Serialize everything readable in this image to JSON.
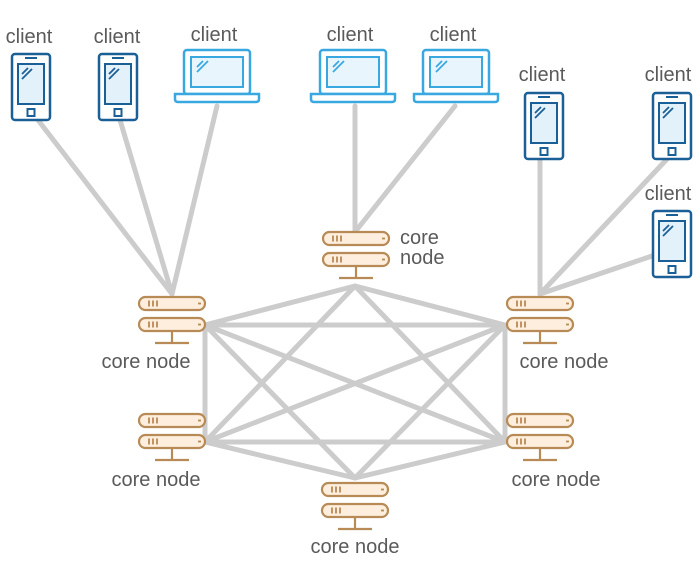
{
  "labels": {
    "client": "client",
    "core_node": "core node",
    "core": "core",
    "node": "node"
  },
  "colors": {
    "link": "#cccccc",
    "phone_stroke": "#1a5f95",
    "phone_fill": "#ffffff",
    "phone_screen": "#e3f1fb",
    "laptop_stroke": "#3aa8e0",
    "laptop_fill": "#ffffff",
    "server_stroke": "#b88a55",
    "server_fill": "#fdeedd",
    "text": "#5a5a5a"
  },
  "icons": {
    "phone": "mobile-phone-icon",
    "laptop": "laptop-icon",
    "server": "server-icon"
  }
}
